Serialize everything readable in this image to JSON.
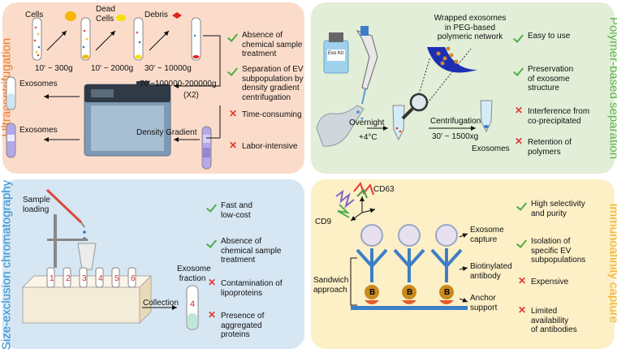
{
  "colors": {
    "uc_bg": "#fbdcca",
    "pb_bg": "#e2eed7",
    "sec_bg": "#d6e6f3",
    "ic_bg": "#fdefc6",
    "uc_title": "#ee7d31",
    "pb_title": "#5ab54a",
    "sec_title": "#2f8fce",
    "ic_title": "#f2b01e",
    "pro_check": "#4fae48",
    "con_cross": "#e03a2f",
    "antibody": "#3c7fc7",
    "bead": "#c98a1e"
  },
  "ultracentrifugation": {
    "title": "Ultracentrifugation",
    "cells": "Cells",
    "dead_cells": "Dead\nCells",
    "debris": "Debris",
    "step1": "10' ~ 300g",
    "step2": "10' ~ 2000g",
    "step3": "30' ~ 10000g",
    "speed": "70'~100000-200000g",
    "repeat": "(X2)",
    "exosomes_top": "Exosomes",
    "exosomes_bottom": "Exosomes",
    "density_gradient": "Density Gradient",
    "pros": [
      "Absence of\nchemical sample\ntreatment",
      "Separation of EV\nsubpopulation by\ndensity gradient\ncentrifugation"
    ],
    "cons": [
      "Time-consuming",
      "Labor-intensive"
    ]
  },
  "polymer": {
    "title": "Polymer-based separation",
    "kit_label": "Exo Kit",
    "wrapped": "Wrapped exosomes\nin PEG-based\npolymeric network",
    "overnight": "Overnight",
    "temp": "+4°C",
    "centrifugation": "Centrifugation",
    "speed": "30' ~ 1500xg",
    "exosomes": "Exosomes",
    "pros": [
      "Easy to use",
      "Preservation\nof exosome\nstructure"
    ],
    "cons": [
      "Interference from\nco-precipitated",
      "Retention of\npolymers"
    ]
  },
  "sec": {
    "title": "Size-exclusion chromatography",
    "sample_loading": "Sample\nloading",
    "fractions": [
      "1",
      "2",
      "3",
      "4",
      "5",
      "6"
    ],
    "collection": "Collection",
    "exosome_fraction": "Exosome\nfraction",
    "fraction_number": "4",
    "pros": [
      "Fast and\nlow-cost",
      "Absence of\nchemical sample\ntreatment"
    ],
    "cons": [
      "Contamination of\nlipoproteins",
      "Presence of\naggregated\nproteins"
    ]
  },
  "immuno": {
    "title": "Immunoafinity capture",
    "cd63": "CD63",
    "cd9": "CD9",
    "exosome_capture": "Exosome\ncapture",
    "biotinylated": "Biotinylated\nantibody",
    "anchor": "Anchor\nsupport",
    "sandwich": "Sandwich\napproach",
    "bead_letter": "B",
    "pros": [
      "High selectivity\nand purity",
      "Isolation of\nspecific EV\nsubpopulations"
    ],
    "cons": [
      "Expensive",
      "Limited\navailability\nof antibodies"
    ]
  }
}
